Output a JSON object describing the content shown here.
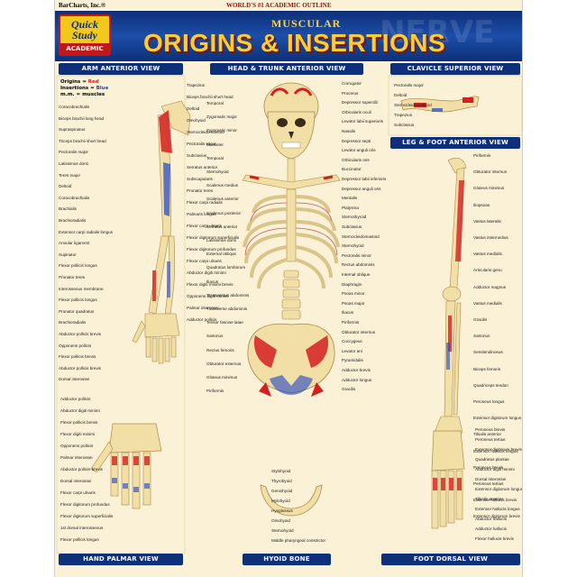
{
  "header": {
    "publisher": "BarCharts, Inc.®",
    "tagline": "WORLD'S #1 ACADEMIC OUTLINE",
    "logo": {
      "line1": "Quick",
      "line2": "Study",
      "line3": "ACADEMIC"
    },
    "title_small": "MUSCULAR",
    "title_big": "ORIGINS & INSERTIONS"
  },
  "sections": {
    "arm": "ARM ANTERIOR VIEW",
    "head": "HEAD & TRUNK ANTERIOR VIEW",
    "clavicle": "CLAVICLE SUPERIOR VIEW",
    "leg": "LEG & FOOT ANTERIOR VIEW",
    "hand": "HAND PALMAR VIEW",
    "hyoid": "HYOID BONE",
    "foot": "FOOT DORSAL VIEW"
  },
  "legend": {
    "origins": "Origins = ",
    "origins_color": "Red",
    "insertions": "Insertions = ",
    "insertions_color": "Blue",
    "mm": "m.m. = muscles"
  },
  "colors": {
    "origin": "#d42020",
    "insertion": "#1f45c8",
    "banner": "#0e2f7a",
    "title": "#ffcc33",
    "bone": "#f2dfa6"
  },
  "labels": {
    "arm_left": [
      "Coracobrachialis",
      "Biceps brachii long head",
      "Supraspinatus",
      "Triceps brachii short head",
      "Pectoralis major",
      "Latissimus dorsi",
      "Teres major",
      "Deltoid",
      "Coracobrachialis",
      "Brachialis",
      "Brachioradialis",
      "Extensor carpi radialis longus",
      "Annular ligament",
      "Supinator",
      "Flexor pollicis longus",
      "Pronator teres",
      "Interosseous membrane",
      "Flexor pollicis longus",
      "Pronator quadratus",
      "Brachioradialis",
      "Abductor pollicis brevis",
      "Opponens pollicis",
      "Flexor pollicis brevis",
      "Abductor pollicis brevis",
      "Dorsal interossei"
    ],
    "arm_right": [
      "Trapezius",
      "Biceps brachii short head",
      "Deltoid",
      "Omohyoid",
      "Sternocleidomastoid",
      "Pectoralis minor",
      "Subclavius",
      "Serratus anterior",
      "Subscapularis",
      "Pronator teres",
      "Flexor carpi radialis",
      "Palmaris longus",
      "Flexor carpi ulnaris",
      "Flexor digitorum superficialis",
      "Flexor digitorum profundus",
      "Flexor carpi ulnaris",
      "Abductor digiti minimi",
      "Flexor digiti minimi brevis",
      "Opponens digiti minimi",
      "Palmar interossei",
      "Adductor pollicis"
    ],
    "head_left": [
      "Temporal",
      "Zygomatic major",
      "Zygomatic minor",
      "Masseter",
      "Temporal",
      "Sternohyoid",
      "Scalenus medius",
      "Scalenus anterior",
      "Scalenus posterior",
      "Serratus anterior",
      "Latissimus dorsi",
      "External oblique",
      "Quadratus lumborum",
      "Iliacus",
      "Transversus abdominis",
      "Transverse abdominis",
      "Tensor fasciae latae",
      "Sartorius",
      "Rectus femoris",
      "Obturator externus",
      "Gluteus minimus",
      "Piriformis"
    ],
    "head_right": [
      "Corrugator",
      "Procerus",
      "Depressor supercilii",
      "Orbicularis oculi",
      "Levator labii superioris",
      "Nasalis",
      "Depressor septi",
      "Levator anguli oris",
      "Orbicularis oris",
      "Buccinator",
      "Depressor labii inferioris",
      "Depressor anguli oris",
      "Mentalis",
      "Platysma",
      "Sternothyroid",
      "Subclavius",
      "Sternocleidomastoid",
      "Sternohyoid",
      "Pectoralis minor",
      "Rectus abdominis",
      "Internal oblique",
      "Diaphragm",
      "Psoas minor",
      "Psoas major",
      "Iliacus",
      "Piriformis",
      "Obturator internus",
      "Coccygeus",
      "Levator ani",
      "Pyramidalis",
      "Adductor brevis",
      "Adductor longus",
      "Gracilis"
    ],
    "clavicle": [
      "Pectoralis major",
      "Deltoid",
      "Sternocleidomastoid",
      "Trapezius",
      "Subclavius"
    ],
    "leg": [
      "Piriformis",
      "Obturator internus",
      "Gluteus minimus",
      "Iliopsoas",
      "Vastus lateralis",
      "Vastus intermedius",
      "Vastus medialis",
      "Articularis genu",
      "Adductor magnus",
      "Vastus medialis",
      "Gracilis",
      "Sartorius",
      "Semitendinosus",
      "Biceps femoris",
      "Quadriceps tendon",
      "Peroneus longus",
      "Extensor digitorum longus",
      "Tibialis anterior",
      "Extensor hallucis longus",
      "Peroneus brevis",
      "Peroneus tertius",
      "Extensor hallucis brevis",
      "Extensor digitorum brevis"
    ],
    "hand": [
      "Adductor pollicis",
      "Abductor digiti minimi",
      "Flexor pollicis brevis",
      "Flexor digiti minimi",
      "Opponens pollicis",
      "Palmar interossei",
      "Abductor pollicis brevis",
      "Dorsal interossei",
      "Flexor carpi ulnaris",
      "Flexor digitorum profundus",
      "Flexor digitorum superficialis",
      "1st dorsal interosseous",
      "Flexor pollicis longus"
    ],
    "hyoid": [
      "Stylohyoid",
      "Thyrohyoid",
      "Geniohyoid",
      "Mylohyoid",
      "Hyoglossus",
      "Omohyoid",
      "Sternohyoid",
      "Middle pharyngeal constrictor"
    ],
    "foot": [
      "Peroneus brevis",
      "Peroneus tertius",
      "Extensor digitorum brevis",
      "Quadratus plantae",
      "Abductor digiti minimi",
      "Dorsal interossei",
      "Extensor digitorum longus",
      "Tibialis anterior",
      "Extensor hallucis longus",
      "Abductor hallucis",
      "Adductor hallucis",
      "Flexor hallucis brevis"
    ]
  }
}
